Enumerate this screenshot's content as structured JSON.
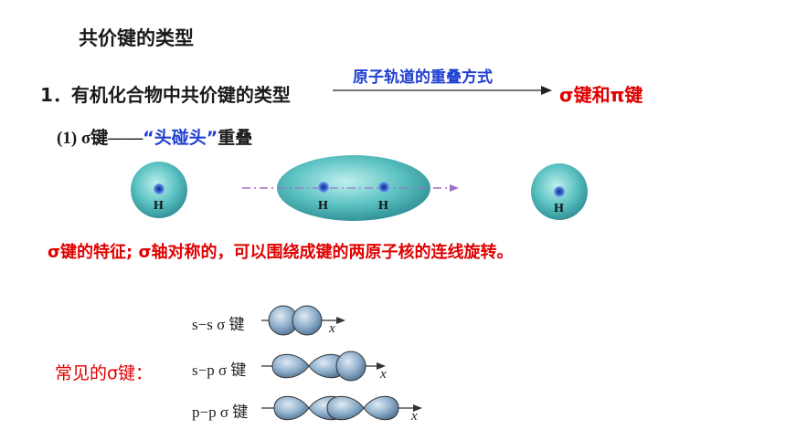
{
  "title": "共价键的类型",
  "line1": {
    "prefix": "1．有机化合物中共价键的类型",
    "arrow_label": "原子轨道的重叠方式",
    "result": "σ键和π键"
  },
  "sigma": {
    "prefix": "(1) σ键——",
    "quote_open": "“",
    "head": "头碰头",
    "quote_close": "”",
    "suffix": "重叠"
  },
  "atoms": {
    "h_left": "H",
    "h_mid_1": "H",
    "h_mid_2": "H",
    "h_right": "H"
  },
  "feature": "σ键的特征; σ轴对称的，可以围绕成键的两原子核的连线旋转。",
  "common_label": "常见的σ键：",
  "bonds": [
    {
      "label": "s−s σ 键",
      "axis": "x"
    },
    {
      "label": "s−p σ 键",
      "axis": "x"
    },
    {
      "label": "p−p σ 键",
      "axis": "x"
    }
  ],
  "colors": {
    "red": "#e00000",
    "blue": "#1f3fd0",
    "orbital": "#4fb4b4",
    "lobe": "#8fb0cc"
  }
}
